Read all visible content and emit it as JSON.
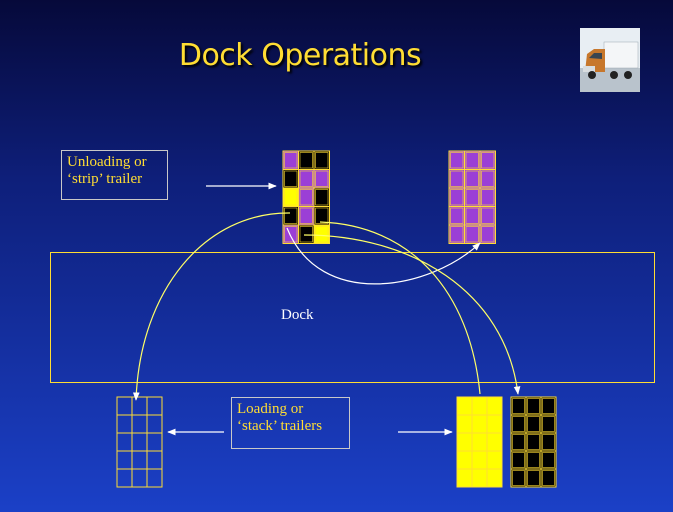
{
  "slide": {
    "title": "Dock Operations",
    "photo_icon": "truck-photo",
    "unloading_label": [
      "Unloading or",
      "‘strip’ trailer"
    ],
    "loading_label": [
      "Loading or",
      "‘stack’ trailers"
    ],
    "dock_label": "Dock"
  },
  "colors": {
    "background_top": "#06093a",
    "background_bottom": "#1b40c7",
    "title": "#ffdd33",
    "outline": "#ffdd33",
    "purple": "#9b3fd6",
    "black": "#000000",
    "yellow": "#ffff00",
    "label_border": "#c8c8c8"
  },
  "trailers": {
    "strip_trailer": [
      [
        "purple",
        "black",
        "black"
      ],
      [
        "black",
        "purple",
        "purple"
      ],
      [
        "yellow",
        "purple",
        "black"
      ],
      [
        "black",
        "purple",
        "black"
      ],
      [
        "purple",
        "black",
        "yellow"
      ]
    ],
    "strip_result": [
      [
        "purple",
        "purple",
        "purple"
      ],
      [
        "purple",
        "purple",
        "purple"
      ],
      [
        "purple",
        "purple",
        "purple"
      ],
      [
        "purple",
        "purple",
        "purple"
      ],
      [
        "purple",
        "purple",
        "purple"
      ]
    ],
    "stack_left": [
      [
        "empty",
        "empty",
        "empty"
      ],
      [
        "empty",
        "empty",
        "empty"
      ],
      [
        "empty",
        "empty",
        "empty"
      ],
      [
        "empty",
        "empty",
        "empty"
      ],
      [
        "empty",
        "empty",
        "empty"
      ]
    ],
    "stack_yellow": [
      [
        "yellow",
        "yellow",
        "yellow"
      ],
      [
        "yellow",
        "yellow",
        "yellow"
      ],
      [
        "yellow",
        "yellow",
        "yellow"
      ],
      [
        "yellow",
        "yellow",
        "yellow"
      ],
      [
        "yellow",
        "yellow",
        "yellow"
      ]
    ],
    "stack_black": [
      [
        "black",
        "black",
        "black"
      ],
      [
        "black",
        "black",
        "black"
      ],
      [
        "black",
        "black",
        "black"
      ],
      [
        "black",
        "black",
        "black"
      ],
      [
        "black",
        "black",
        "black"
      ]
    ]
  }
}
